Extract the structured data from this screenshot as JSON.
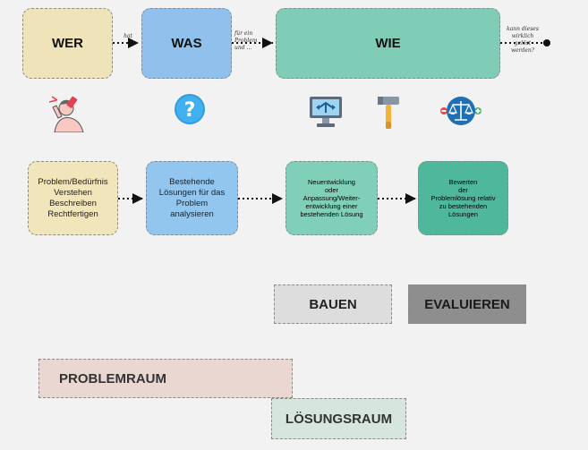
{
  "top_row": {
    "wer": "WER",
    "was": "WAS",
    "wie": "WIE",
    "conn1": "hat",
    "conn2": "für ein\nProblem\nund ...",
    "conn3": "kann dieses\nwirklich\ngelöst\nwerden?"
  },
  "icons": {
    "wer": "person-drinking-icon",
    "was": "question-mark-icon",
    "wie1": "monitor-arrows-icon",
    "wie2": "hammer-icon",
    "wie3": "balance-scale-icon"
  },
  "process": {
    "step1": "Problem/Bedürfnis\nVerstehen\nBeschreiben\nRechtfertigen",
    "step2": "Bestehende\nLösungen für das\nProblem\nanalysieren",
    "step3": "Neuentwicklung\noder\nAnpassung/Weiter-\nentwicklung einer\nbestehenden Lösung",
    "step4": "Bewerten\nder\nProblemlösung relativ\nzu bestehenden\nLösungen"
  },
  "phases": {
    "bauen": "BAUEN",
    "evaluieren": "EVALUIEREN",
    "problemraum": "PROBLEMRAUM",
    "loesungsraum": "LÖSUNGSRAUM"
  },
  "colors": {
    "wer": "#efe3b9",
    "was": "#8fc1ec",
    "wie": "#7fcdb7",
    "step1": "#f1e5bb",
    "step2": "#93c6ee",
    "step3": "#80cfb8",
    "step4": "#4fb89c",
    "bauen": "#dddddd",
    "evaluieren": "#8e8e8e",
    "problemraum": "#ead7d2",
    "loesungsraum": "#d6e5dd"
  }
}
